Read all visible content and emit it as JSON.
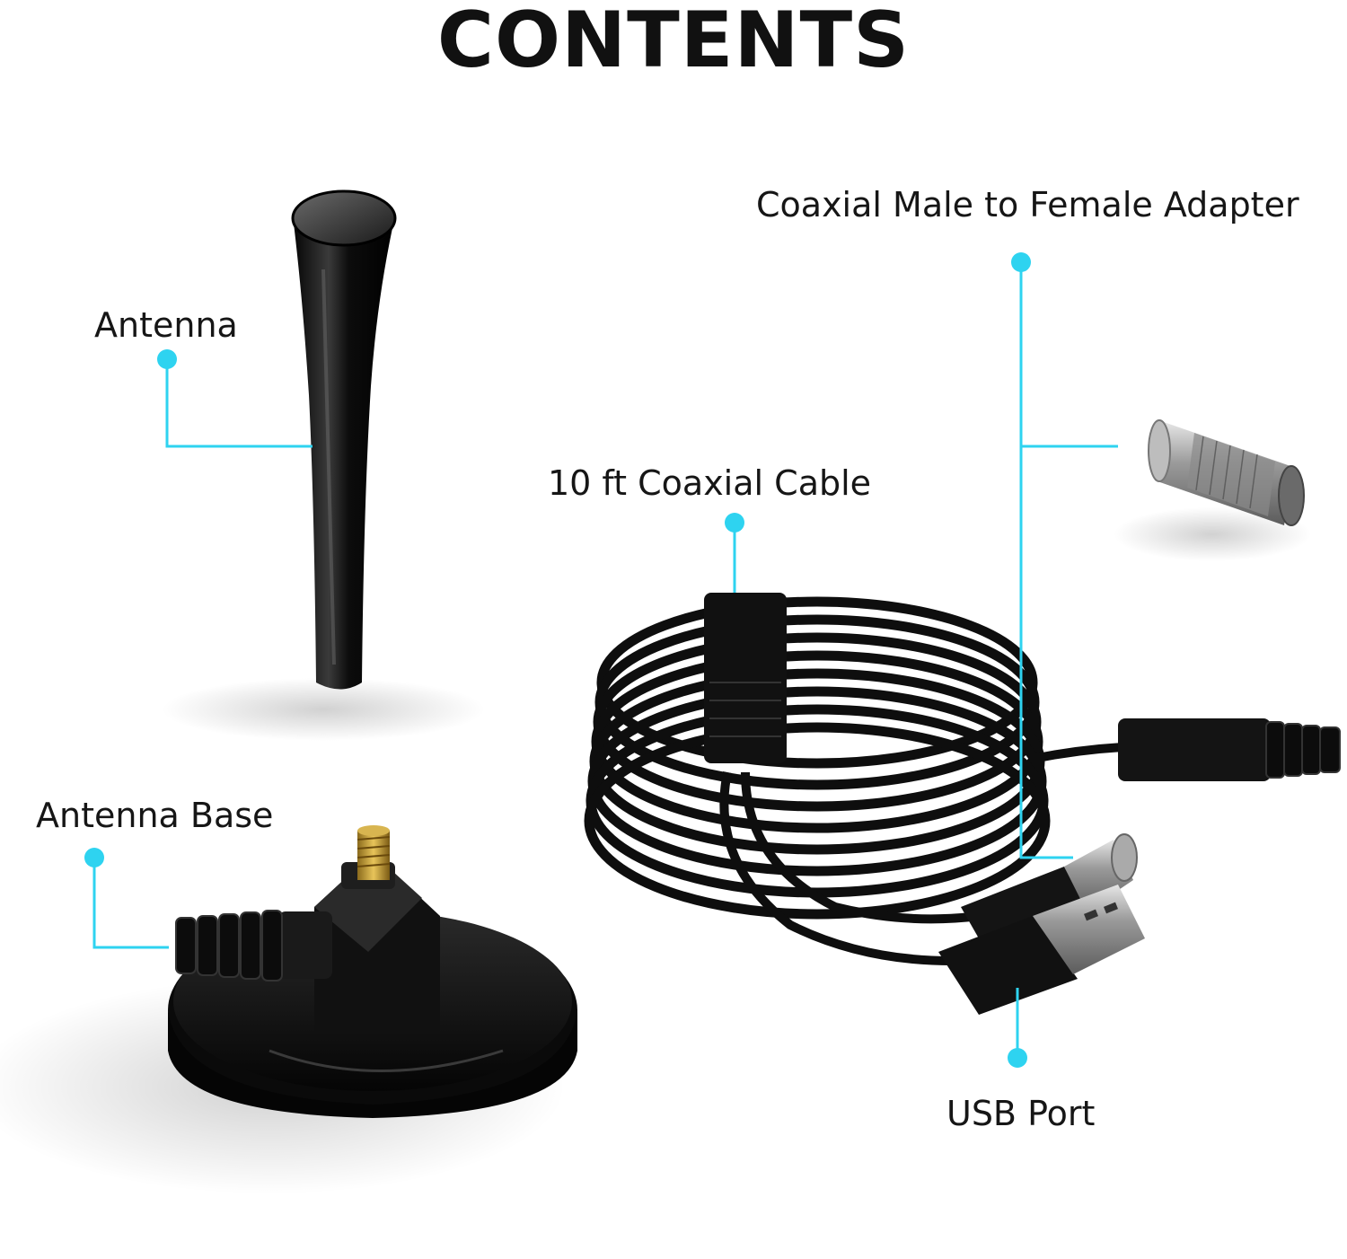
{
  "title": "CONTENTS",
  "labels": {
    "antenna": "Antenna",
    "adapter": "Coaxial Male to Female Adapter",
    "cable": "10 ft Coaxial Cable",
    "base": "Antenna Base",
    "usb": "USB Port"
  },
  "colors": {
    "accent": "#2ed3f0",
    "product": "#111111",
    "background": "#ffffff"
  }
}
